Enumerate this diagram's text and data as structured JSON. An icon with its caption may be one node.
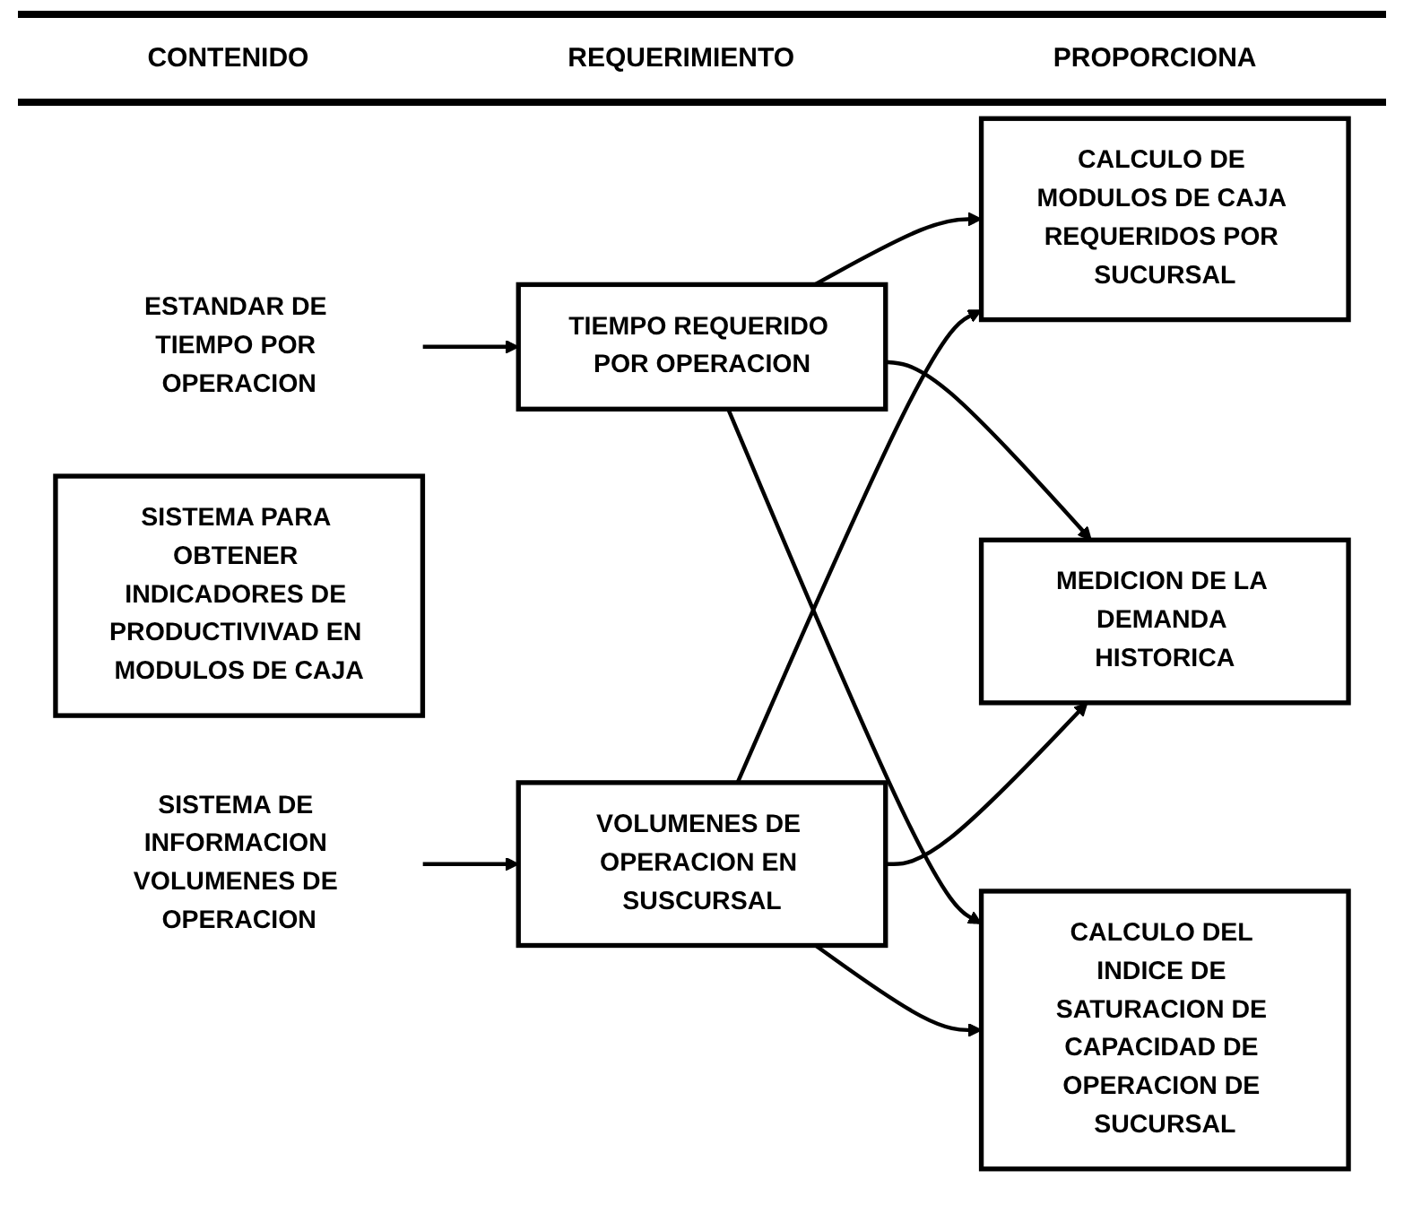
{
  "diagram": {
    "nodes": [
      {
        "text": [
          "ESTANDAR DE TIEMPO POR OPERACION"
        ]
      },
      {
        "text": [
          "SISTEMA PARA OBTENER INDICADORES DE PRODUCTIVIVAD EN MODULOS DE CAJA"
        ]
      },
      {
        "text": [
          "SISTEMA DE INFORMACION VOLUMENES DE OPERACION"
        ]
      },
      {
        "text": [
          "TIEMPO REQUERIDO POR OPERACION"
        ]
      },
      {
        "text": [
          "VOLUMENES DE OPERACION EN SUSCURSAL"
        ]
      },
      {
        "text": [
          "CALCULO DE MODULOS DE CAJA REQUERIDOS POR SUCURSAL"
        ]
      },
      {
        "text": [
          "MEDICION DE LA DEMANDA HISTORICA"
        ]
      },
      {
        "text": [
          "CALCULO DEL INDICE DE SATURACION DE CAPACIDAD DE OPERACION DE SUCURSAL"
        ]
      }
    ],
    "edges": [
      {
        "from": 0,
        "to": 3,
        "arrow": "to"
      },
      {
        "from": 2,
        "to": 4,
        "arrow": "to"
      },
      {
        "from": 3,
        "to": 5,
        "arrow": "to"
      },
      {
        "from": 3,
        "to": 6,
        "arrow": "to"
      },
      {
        "from": 3,
        "to": 7,
        "arrow": "to"
      },
      {
        "from": 4,
        "to": 5,
        "arrow": "to"
      },
      {
        "from": 4,
        "to": 6,
        "arrow": "to"
      },
      {
        "from": 4,
        "to": 7,
        "arrow": "to"
      }
    ],
    "labels": [
      "CONTENIDO",
      "REQUERIMIENTO",
      "PROPORCIONA"
    ]
  }
}
